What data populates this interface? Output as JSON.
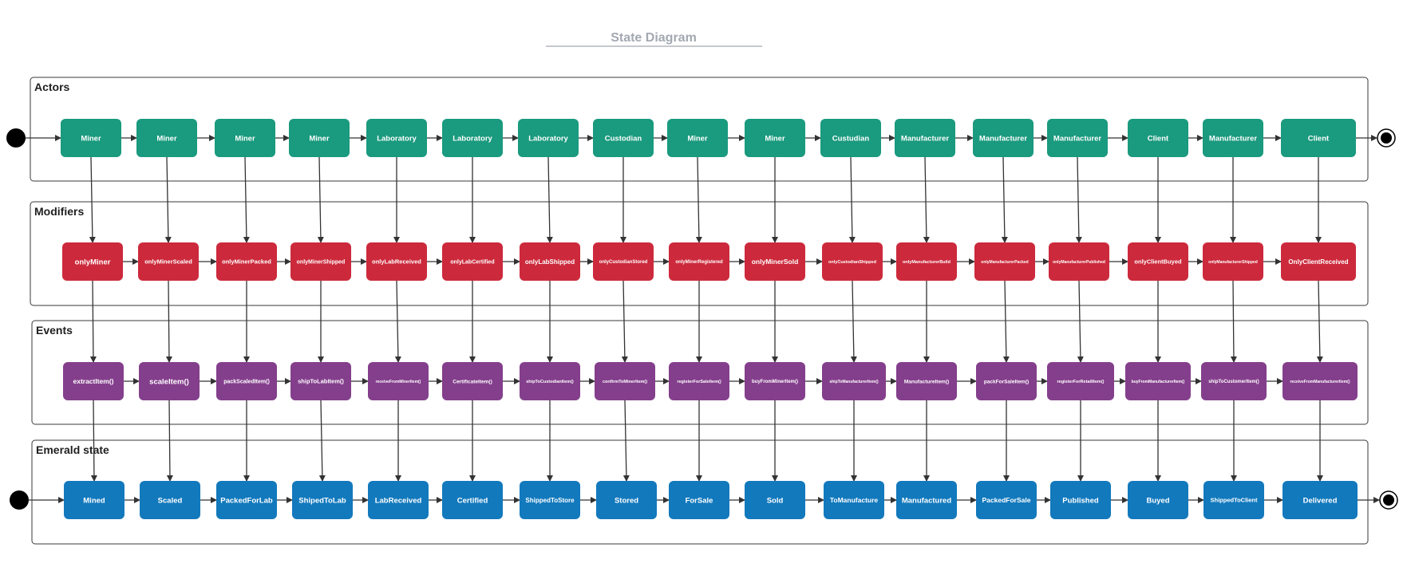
{
  "title": "State Diagram",
  "colors": {
    "actors": "#1a9a7e",
    "modifiers": "#cc2a3c",
    "events": "#843f8c",
    "states": "#1279bd"
  },
  "lanes": [
    {
      "key": "actors",
      "label": "Actors",
      "nodes": [
        "Miner",
        "Miner",
        "Miner",
        "Miner",
        "Laboratory",
        "Laboratory",
        "Laboratory",
        "Custodian",
        "Miner",
        "Miner",
        "Custudian",
        "Manufacturer",
        "Manufacturer",
        "Manufacturer",
        "Client",
        "Manufacturer",
        "Client"
      ]
    },
    {
      "key": "modifiers",
      "label": "Modifiers",
      "nodes": [
        "onlyMiner",
        "onlyMinerScaled",
        "onlyMinerPacked",
        "onlyMinerShipped",
        "onlyLabReceived",
        "onlyLabCertified",
        "onlyLabShipped",
        "onlyCustodianStored",
        "onlyMinerRegistered",
        "onlyMinerSold",
        "onlyCustodianShipped",
        "onlyManufacturerBuild",
        "onlyManufacturerPacked",
        "onlyManufacturerPublished",
        "onlyClientBuyed",
        "onlyManufacturerShipped",
        "OnlyClientReceived"
      ]
    },
    {
      "key": "events",
      "label": "Events",
      "nodes": [
        "extractItem()",
        "scaleItem()",
        "packScaledItem()",
        "shipToLabItem()",
        "receiveFromMinerItem()",
        "CertificateItem()",
        "shipToCustodianItem()",
        "confirmToMinerItem()",
        "registerForSaleItem()",
        "buyFromMinerItem()",
        "shipToManufacturerItem()",
        "ManufactureItem()",
        "packForSaleItem()",
        "registerForRetailItem()",
        "buyFromManufacturerItem()",
        "shipToCustomerItem()",
        "receiveFromManufacturerItem()"
      ]
    },
    {
      "key": "states",
      "label": "Emerald state",
      "nodes": [
        "Mined",
        "Scaled",
        "PackedForLab",
        "ShipedToLab",
        "LabReceived",
        "Certified",
        "ShippedToStore",
        "Stored",
        "ForSale",
        "Sold",
        "ToManufacture",
        "Manufactured",
        "PackedForSale",
        "Published",
        "Buyed",
        "ShippedToClient",
        "Delivered"
      ]
    }
  ]
}
